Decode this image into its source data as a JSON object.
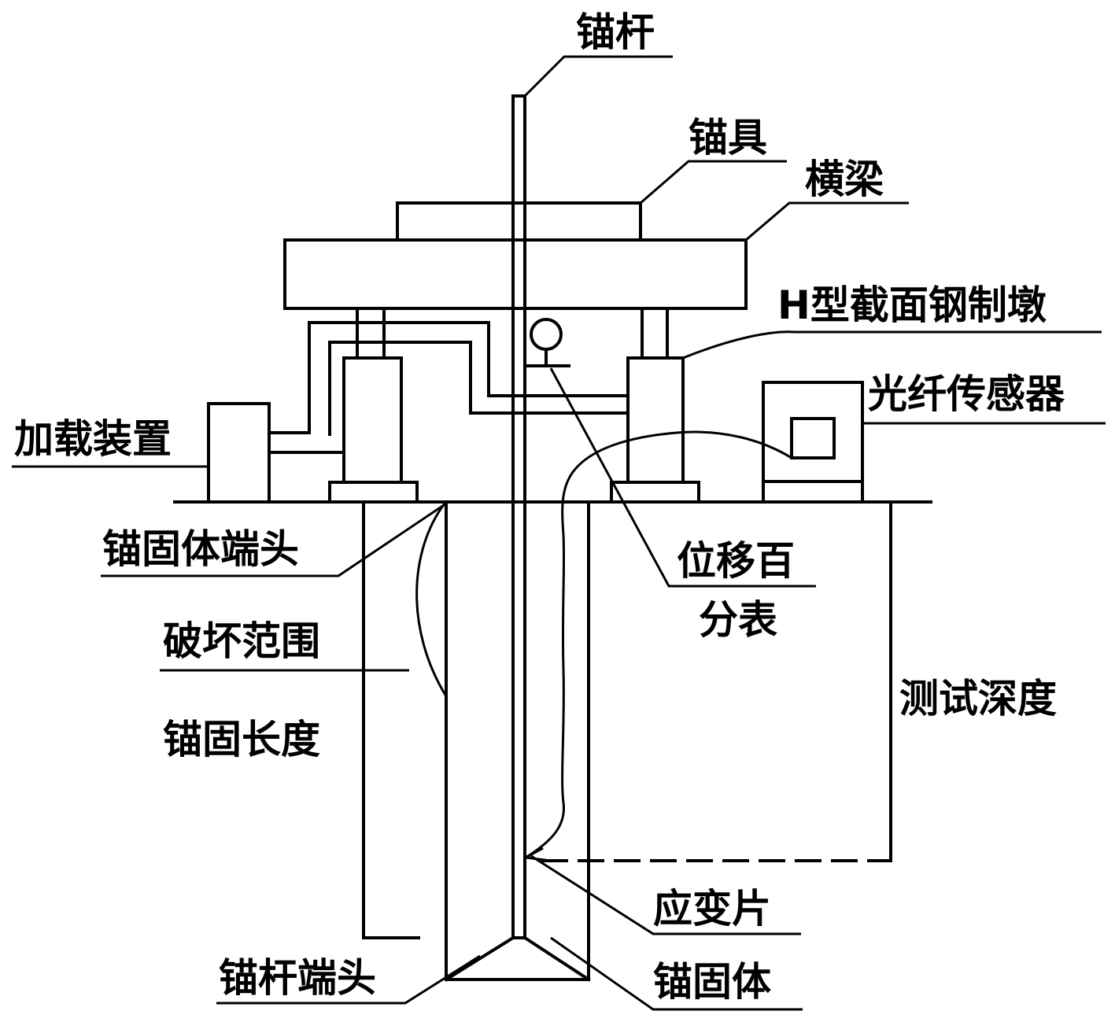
{
  "labels": {
    "anchor_rod": "锚杆",
    "anchorage": "锚具",
    "crossbeam": "横梁",
    "h_steel_pier": "H型截面钢制墩",
    "fiber_sensor": "光纤传感器",
    "loading_device": "加载装置",
    "anchor_body_end": "锚固体端头",
    "dial_gauge_line1": "位移百",
    "dial_gauge_line2": "分表",
    "failure_range": "破坏范围",
    "test_depth": "测试深度",
    "anchor_length": "锚固长度",
    "strain_gauge": "应变片",
    "anchor_rod_end": "锚杆端头",
    "anchor_body": "锚固体"
  }
}
